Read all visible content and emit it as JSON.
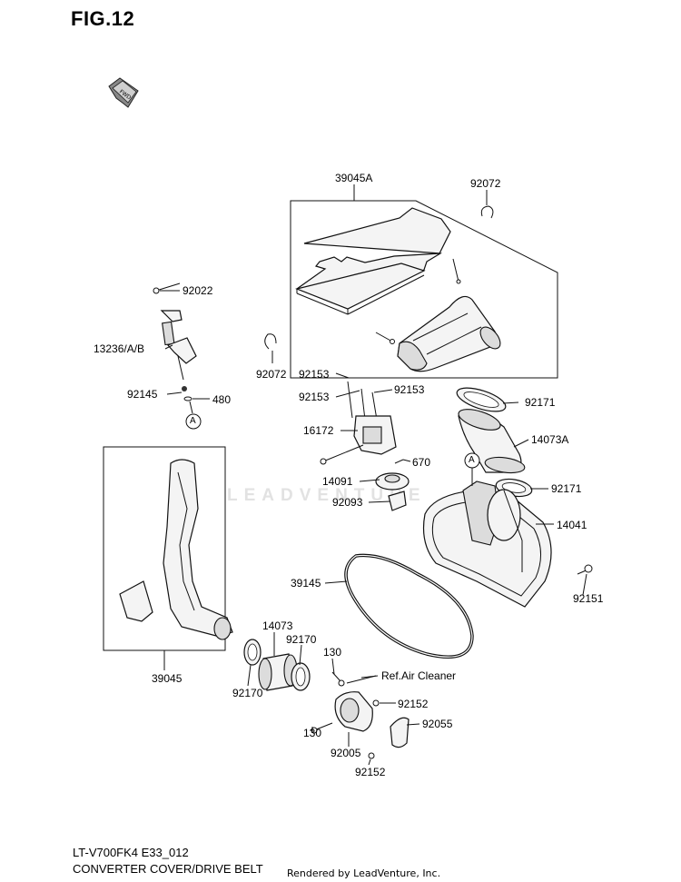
{
  "figure": {
    "title": "FIG.12",
    "fwd_badge": "FWD"
  },
  "watermark": "LEADVENTURE",
  "footer": {
    "model_line": "LT-V700FK4 E33_012",
    "title_line": "CONVERTER COVER/DRIVE BELT",
    "credit": "Rendered by LeadVenture, Inc."
  },
  "labels": {
    "p39045A": "39045A",
    "p92072_top": "92072",
    "p92022": "92022",
    "p13236": "13236/A/B",
    "p92072_left": "92072",
    "p92153_a": "92153",
    "p92153_b": "92153",
    "p92153_c": "92153",
    "p92145": "92145",
    "p480": "480",
    "ref_a_left": "A",
    "p92171_top": "92171",
    "p16172": "16172",
    "p14073A": "14073A",
    "p670": "670",
    "ref_a_right": "A",
    "p14091": "14091",
    "p92171_mid": "92171",
    "p92093": "92093",
    "p14041": "14041",
    "p39145": "39145",
    "p92151": "92151",
    "p14073": "14073",
    "p92170_top": "92170",
    "p130_top": "130",
    "ref_air_cleaner": "Ref.Air Cleaner",
    "p39045": "39045",
    "p92170_bottom": "92170",
    "p92152_top": "92152",
    "p92055": "92055",
    "p130_bottom": "130",
    "p92005": "92005",
    "p92152_bottom": "92152"
  }
}
